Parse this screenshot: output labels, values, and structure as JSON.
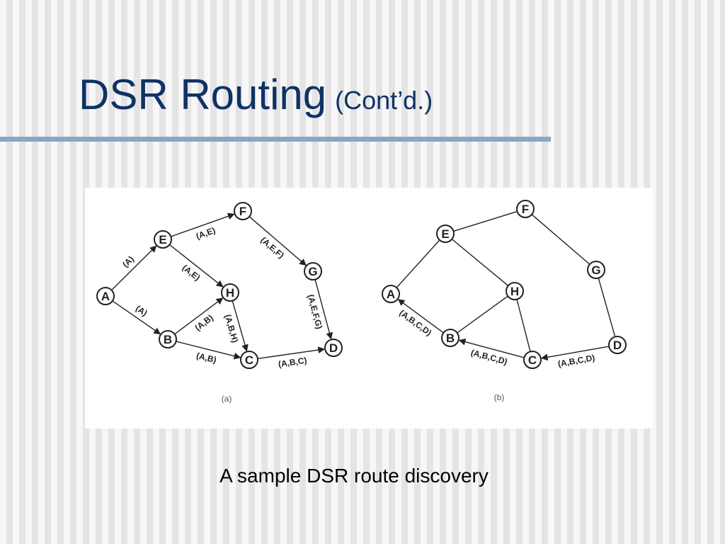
{
  "slide": {
    "title_main": "DSR Routing",
    "title_sub": "(Cont’d.)",
    "caption": "A sample DSR route discovery"
  },
  "diagrams": {
    "a": {
      "label": "(a)",
      "nodes": [
        "A",
        "B",
        "C",
        "D",
        "E",
        "F",
        "G",
        "H"
      ],
      "edges": [
        {
          "from": "A",
          "to": "E",
          "label": "(A)"
        },
        {
          "from": "A",
          "to": "B",
          "label": "(A)"
        },
        {
          "from": "E",
          "to": "F",
          "label": "(A,E)"
        },
        {
          "from": "E",
          "to": "H",
          "label": "(A,E)"
        },
        {
          "from": "B",
          "to": "H",
          "label": "(A,B)"
        },
        {
          "from": "B",
          "to": "C",
          "label": "(A,B)"
        },
        {
          "from": "F",
          "to": "G",
          "label": "(A,E,F)"
        },
        {
          "from": "H",
          "to": "C",
          "label": "(A,B,H)"
        },
        {
          "from": "G",
          "to": "D",
          "label": "(A,E,F,G)"
        },
        {
          "from": "C",
          "to": "D",
          "label": "(A,B,C)"
        }
      ]
    },
    "b": {
      "label": "(b)",
      "nodes": [
        "A",
        "B",
        "C",
        "D",
        "E",
        "F",
        "G",
        "H"
      ],
      "edges": [
        {
          "from": "A",
          "to": "E",
          "label": ""
        },
        {
          "from": "E",
          "to": "F",
          "label": ""
        },
        {
          "from": "F",
          "to": "G",
          "label": ""
        },
        {
          "from": "G",
          "to": "D",
          "label": ""
        },
        {
          "from": "E",
          "to": "H",
          "label": ""
        },
        {
          "from": "H",
          "to": "B",
          "label": ""
        },
        {
          "from": "H",
          "to": "C",
          "label": ""
        },
        {
          "from": "D",
          "to": "C",
          "label": "(A,B,C,D)"
        },
        {
          "from": "C",
          "to": "B",
          "label": "(A,B,C,D)"
        },
        {
          "from": "B",
          "to": "A",
          "label": "(A,B,C,D)"
        }
      ]
    }
  }
}
